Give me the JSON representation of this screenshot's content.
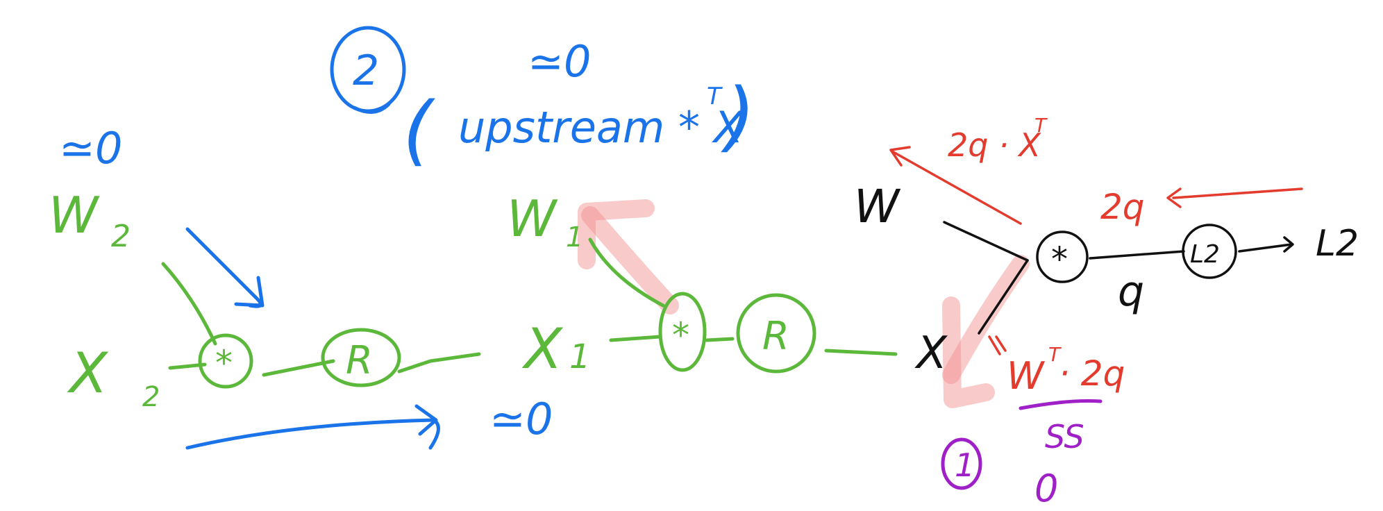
{
  "colors": {
    "green": "#5cb83a",
    "blue": "#1a73e8",
    "red": "#e33b2e",
    "black": "#111111",
    "purple": "#a020c8",
    "highlight": "#f28a8a"
  },
  "green_graph": {
    "w2": "W",
    "w2_sub": "2",
    "x2": "X",
    "x2_sub": "2",
    "mult_symbol": "*",
    "relu_label": "R",
    "w1": "W",
    "w1_sub": "1",
    "x1": "X",
    "x1_sub": "1",
    "x_input": "X"
  },
  "blue_notes": {
    "approx_w2": "≃0",
    "step_number": "2",
    "approx_top": "≃0",
    "upstream_expr_open": "(",
    "upstream_expr": "upstream * X",
    "upstream_expr_sup": "T",
    "upstream_expr_close": ")",
    "approx_x1": "≃0"
  },
  "black_graph": {
    "w": "W",
    "mult_symbol": "*",
    "l2_node": "L2",
    "l2_output": "L2",
    "q_label": "q"
  },
  "red_grads": {
    "grad_w": "2q · X",
    "grad_w_sup": "T",
    "grad_q": "2q",
    "grad_x": "W",
    "grad_x_sup": "T",
    "grad_x_tail": " · 2q"
  },
  "purple_notes": {
    "step_number": "1",
    "ss": "SS",
    "zero": "0"
  }
}
